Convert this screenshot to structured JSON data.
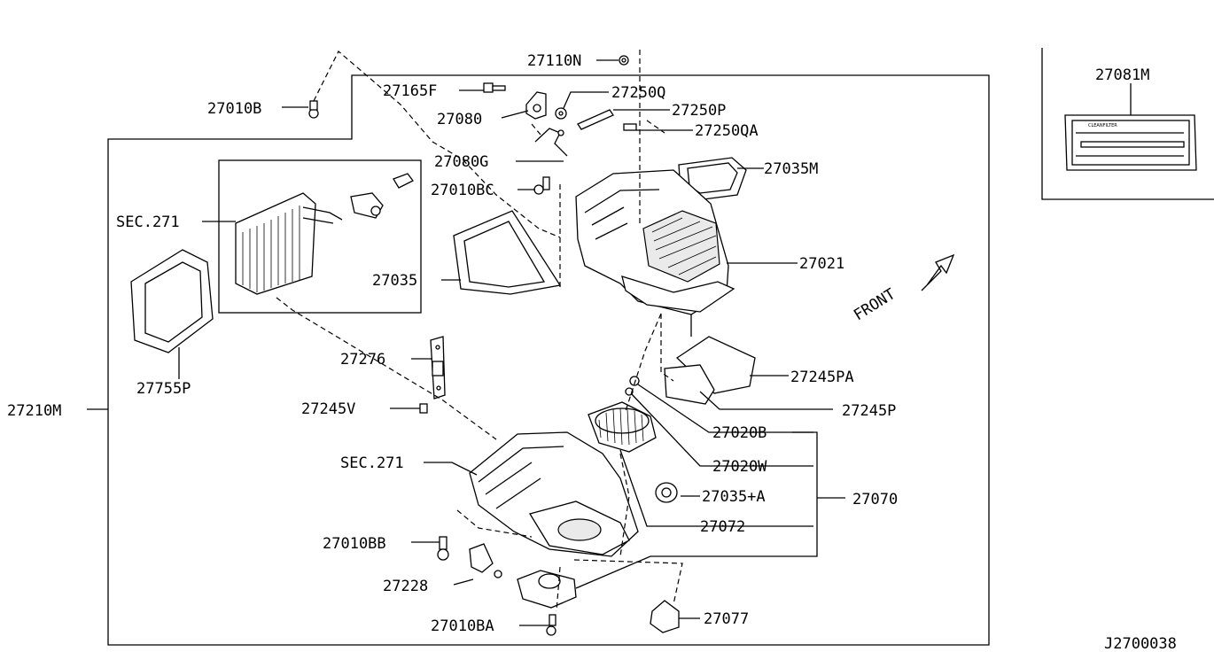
{
  "labels": {
    "p27110N": "27110N",
    "p27010B": "27010B",
    "p27165F": "27165F",
    "p27080": "27080",
    "p27250Q": "27250Q",
    "p27250P": "27250P",
    "p27250QA": "27250QA",
    "p27080G": "27080G",
    "p27010BC": "27010BC",
    "p27035M": "27035M",
    "p27035": "27035",
    "p27021": "27021",
    "sec271_top": "SEC.271",
    "p27755P": "27755P",
    "p27276": "27276",
    "p27245V": "27245V",
    "p27245PA": "27245PA",
    "p27245P": "27245P",
    "p27210M": "27210M",
    "p27020B": "27020B",
    "p27020W": "27020W",
    "sec271_bottom": "SEC.271",
    "p27035A": "27035+A",
    "p27070": "27070",
    "p27072": "27072",
    "p27010BB": "27010BB",
    "p27228": "27228",
    "p27077": "27077",
    "p27010BA": "27010BA",
    "p27081M": "27081M",
    "front": "FRONT",
    "filter_label": "CLEANFILTER",
    "diagram_code": "J2700038"
  }
}
